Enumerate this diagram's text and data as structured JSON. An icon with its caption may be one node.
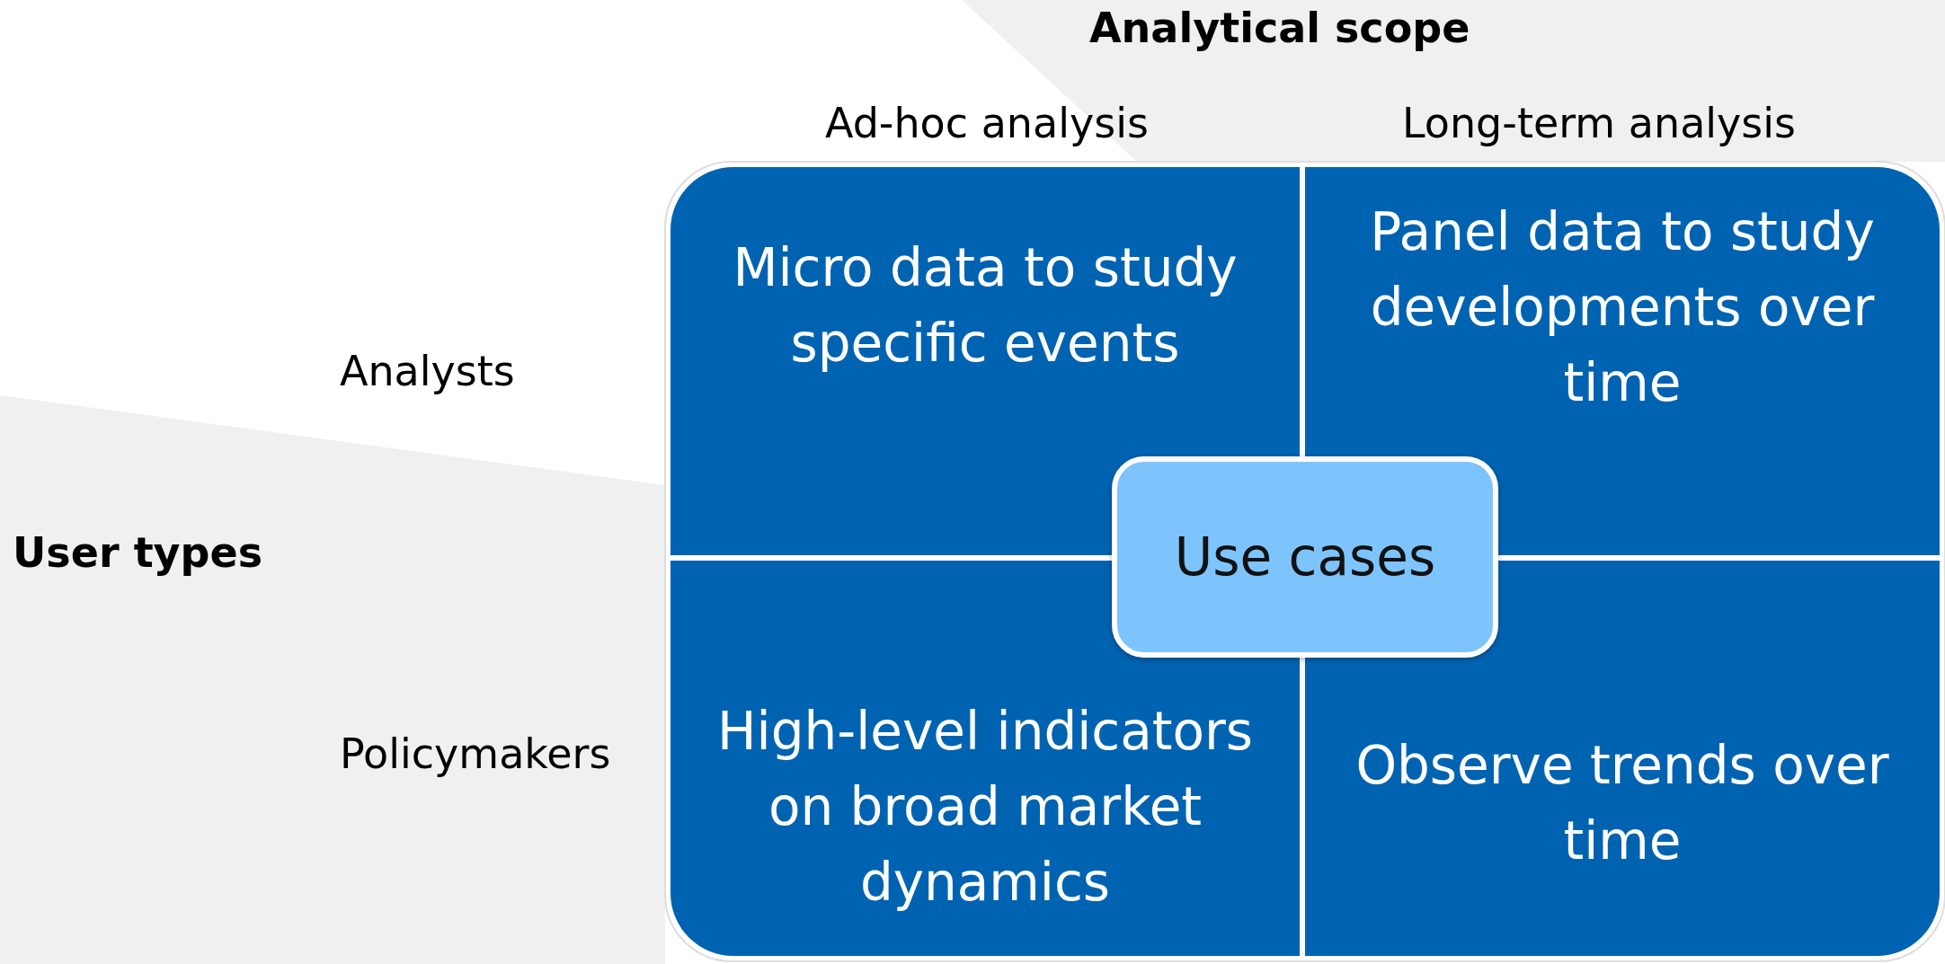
{
  "diagram": {
    "nodes": [
      {
        "text": [
          "Micro data to study specific events"
        ]
      },
      {
        "text": [
          "Panel data to study developments over time"
        ]
      },
      {
        "text": [
          "High-level indicators on broad market dynamics"
        ]
      },
      {
        "text": [
          "Observe trends over time"
        ]
      },
      {
        "text": [
          "Use cases"
        ]
      }
    ],
    "edges": [],
    "labels": [
      "Analytical scope",
      "Ad-hoc analysis",
      "Long-term analysis",
      "User types",
      "Analysts",
      "Policymakers"
    ]
  }
}
